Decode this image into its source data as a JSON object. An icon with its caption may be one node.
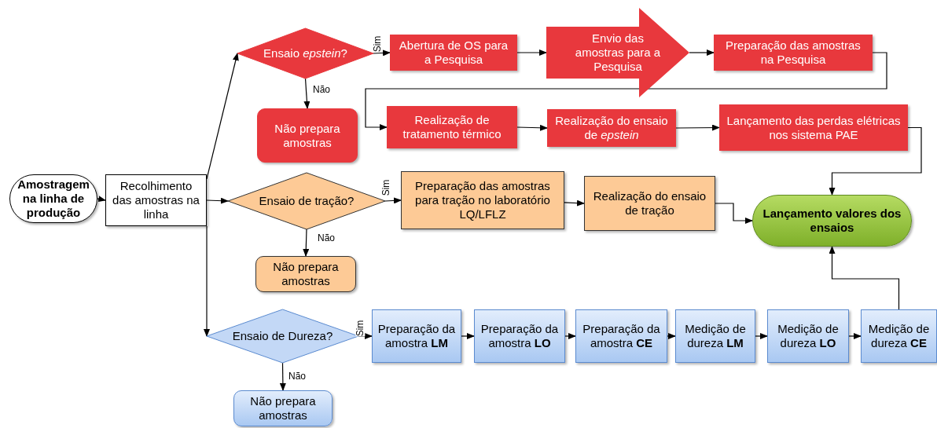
{
  "diagram": {
    "nodes": [
      {
        "text": [
          "Amostragem na linha de produção"
        ]
      },
      {
        "text": [
          "Recolhimento das amostras na linha"
        ]
      },
      {
        "text": [
          "Ensaio *epstein*?"
        ]
      },
      {
        "text": [
          "Abertura de OS para a Pesquisa"
        ]
      },
      {
        "text": [
          "Envio das amostras para a Pesquisa"
        ]
      },
      {
        "text": [
          "Preparação das amostras na Pesquisa"
        ]
      },
      {
        "text": [
          "Não prepara amostras"
        ]
      },
      {
        "text": [
          "Realização de tratamento térmico"
        ]
      },
      {
        "text": [
          "Realização do ensaio de *epstein*"
        ]
      },
      {
        "text": [
          "Lançamento das perdas elétricas nos sistema PAE"
        ]
      },
      {
        "text": [
          "Ensaio de tração?"
        ]
      },
      {
        "text": [
          "Preparação das amostras para tração no laboratório LQ/LFLZ"
        ]
      },
      {
        "text": [
          "Realização do ensaio de tração"
        ]
      },
      {
        "text": [
          "Lançamento valores dos ensaios"
        ]
      },
      {
        "text": [
          "Não prepara amostras"
        ]
      },
      {
        "text": [
          "Ensaio de Dureza?"
        ]
      },
      {
        "text": [
          "Preparação da amostra **LM**"
        ]
      },
      {
        "text": [
          "Preparação da amostra **LO**"
        ]
      },
      {
        "text": [
          "Preparação da amostra **CE**"
        ]
      },
      {
        "text": [
          "Medição de dureza **LM**"
        ]
      },
      {
        "text": [
          "Medição de dureza **LO**"
        ]
      },
      {
        "text": [
          "Medição de dureza **CE**"
        ]
      },
      {
        "text": [
          "Não prepara amostras"
        ]
      }
    ],
    "edges": [
      {
        "from": 0,
        "to": 1,
        "arrow": "to"
      },
      {
        "from": 1,
        "to": 2,
        "arrow": "to"
      },
      {
        "from": 1,
        "to": 10,
        "arrow": "to"
      },
      {
        "from": 1,
        "to": 15,
        "arrow": "to"
      },
      {
        "from": 2,
        "to": 3,
        "arrow": "to",
        "label": "Sim"
      },
      {
        "from": 2,
        "to": 6,
        "arrow": "to",
        "label": "Não"
      },
      {
        "from": 3,
        "to": 4,
        "arrow": "to"
      },
      {
        "from": 4,
        "to": 5,
        "arrow": "to"
      },
      {
        "from": 5,
        "to": 7,
        "arrow": "to"
      },
      {
        "from": 7,
        "to": 8,
        "arrow": "to"
      },
      {
        "from": 8,
        "to": 9,
        "arrow": "to"
      },
      {
        "from": 9,
        "to": 13,
        "arrow": "to"
      },
      {
        "from": 10,
        "to": 11,
        "arrow": "to",
        "label": "Sim"
      },
      {
        "from": 10,
        "to": 14,
        "arrow": "to",
        "label": "Não"
      },
      {
        "from": 11,
        "to": 12,
        "arrow": "to"
      },
      {
        "from": 12,
        "to": 13,
        "arrow": "to"
      },
      {
        "from": 15,
        "to": 16,
        "arrow": "to",
        "label": "Sim"
      },
      {
        "from": 15,
        "to": 22,
        "arrow": "to",
        "label": "Não"
      },
      {
        "from": 16,
        "to": 17,
        "arrow": "to"
      },
      {
        "from": 17,
        "to": 18,
        "arrow": "to"
      },
      {
        "from": 18,
        "to": 19,
        "arrow": "to"
      },
      {
        "from": 19,
        "to": 20,
        "arrow": "to"
      },
      {
        "from": 20,
        "to": 21,
        "arrow": "to"
      },
      {
        "from": 21,
        "to": 13,
        "arrow": "to"
      }
    ]
  }
}
